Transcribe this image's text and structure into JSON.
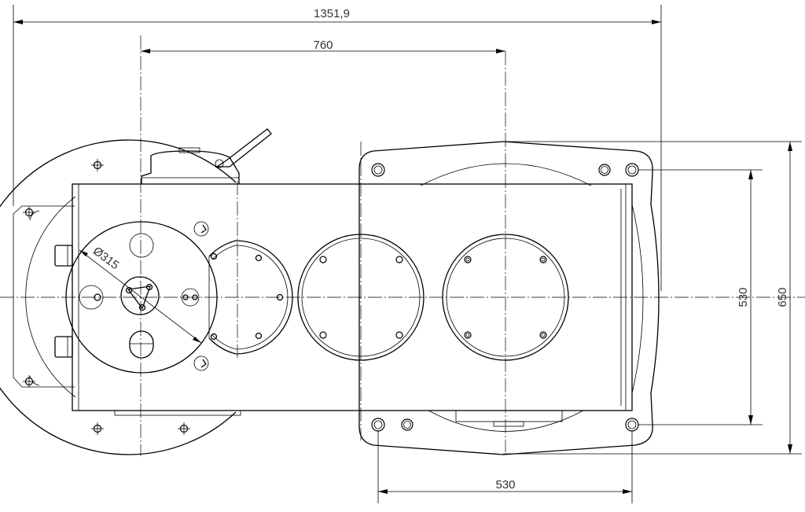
{
  "dimensions": {
    "overall_length": "1351,9",
    "center_distance": "760",
    "bolt_spacing_bottom": "530",
    "bolt_spacing_vertical": "530",
    "overall_height": "650",
    "flange_diameter": "Ø315"
  }
}
